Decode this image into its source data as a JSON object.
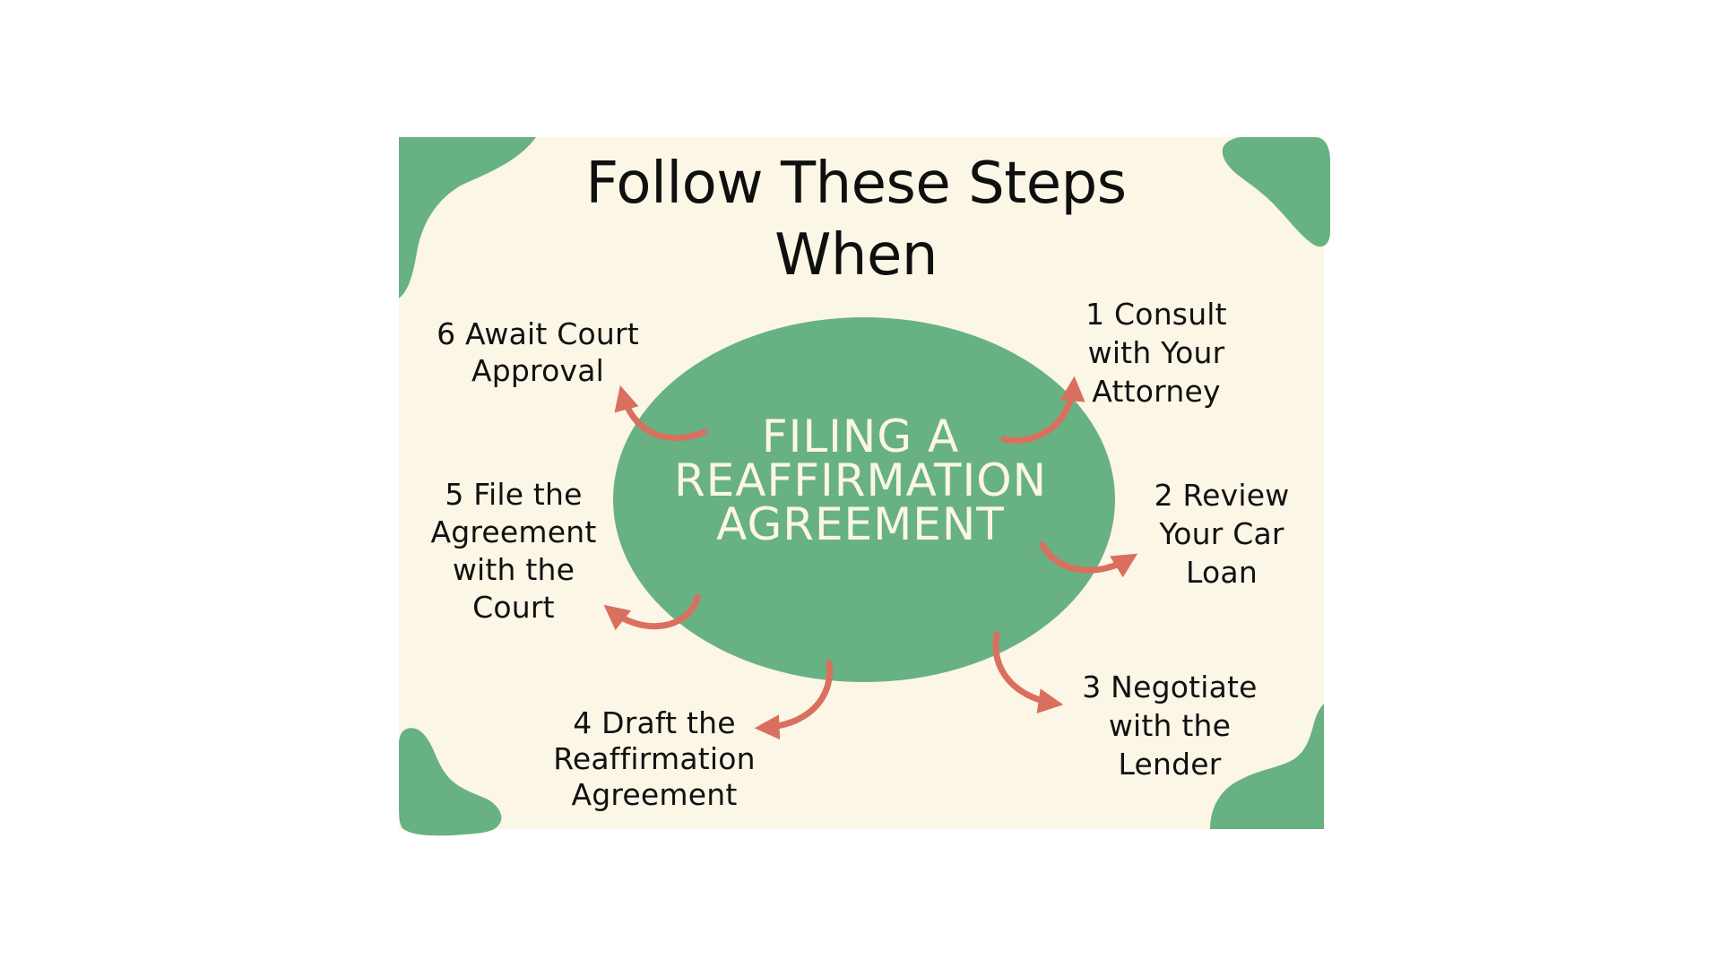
{
  "title": "Follow These Steps When",
  "center_label": "FILING A\nREAFFIRMATION\nAGREEMENT",
  "steps": [
    {
      "number": 1,
      "text": "1 Consult\nwith Your\nAttorney"
    },
    {
      "number": 2,
      "text": "2 Review\nYour Car\nLoan"
    },
    {
      "number": 3,
      "text": "3 Negotiate\nwith the\nLender"
    },
    {
      "number": 4,
      "text": "4 Draft the\nReaffirmation\nAgreement"
    },
    {
      "number": 5,
      "text": "5 File the\nAgreement\nwith the\nCourt"
    },
    {
      "number": 6,
      "text": "6 Await Court\nApproval"
    }
  ],
  "colors": {
    "background": "#ffffff",
    "card": "#fbf6e6",
    "accent_green": "#68b182",
    "arrow": "#d9705f",
    "text": "#111111",
    "center_text": "#fbf6e6"
  },
  "icons": [
    "curved-arrow-icon",
    "decorative-blob"
  ]
}
